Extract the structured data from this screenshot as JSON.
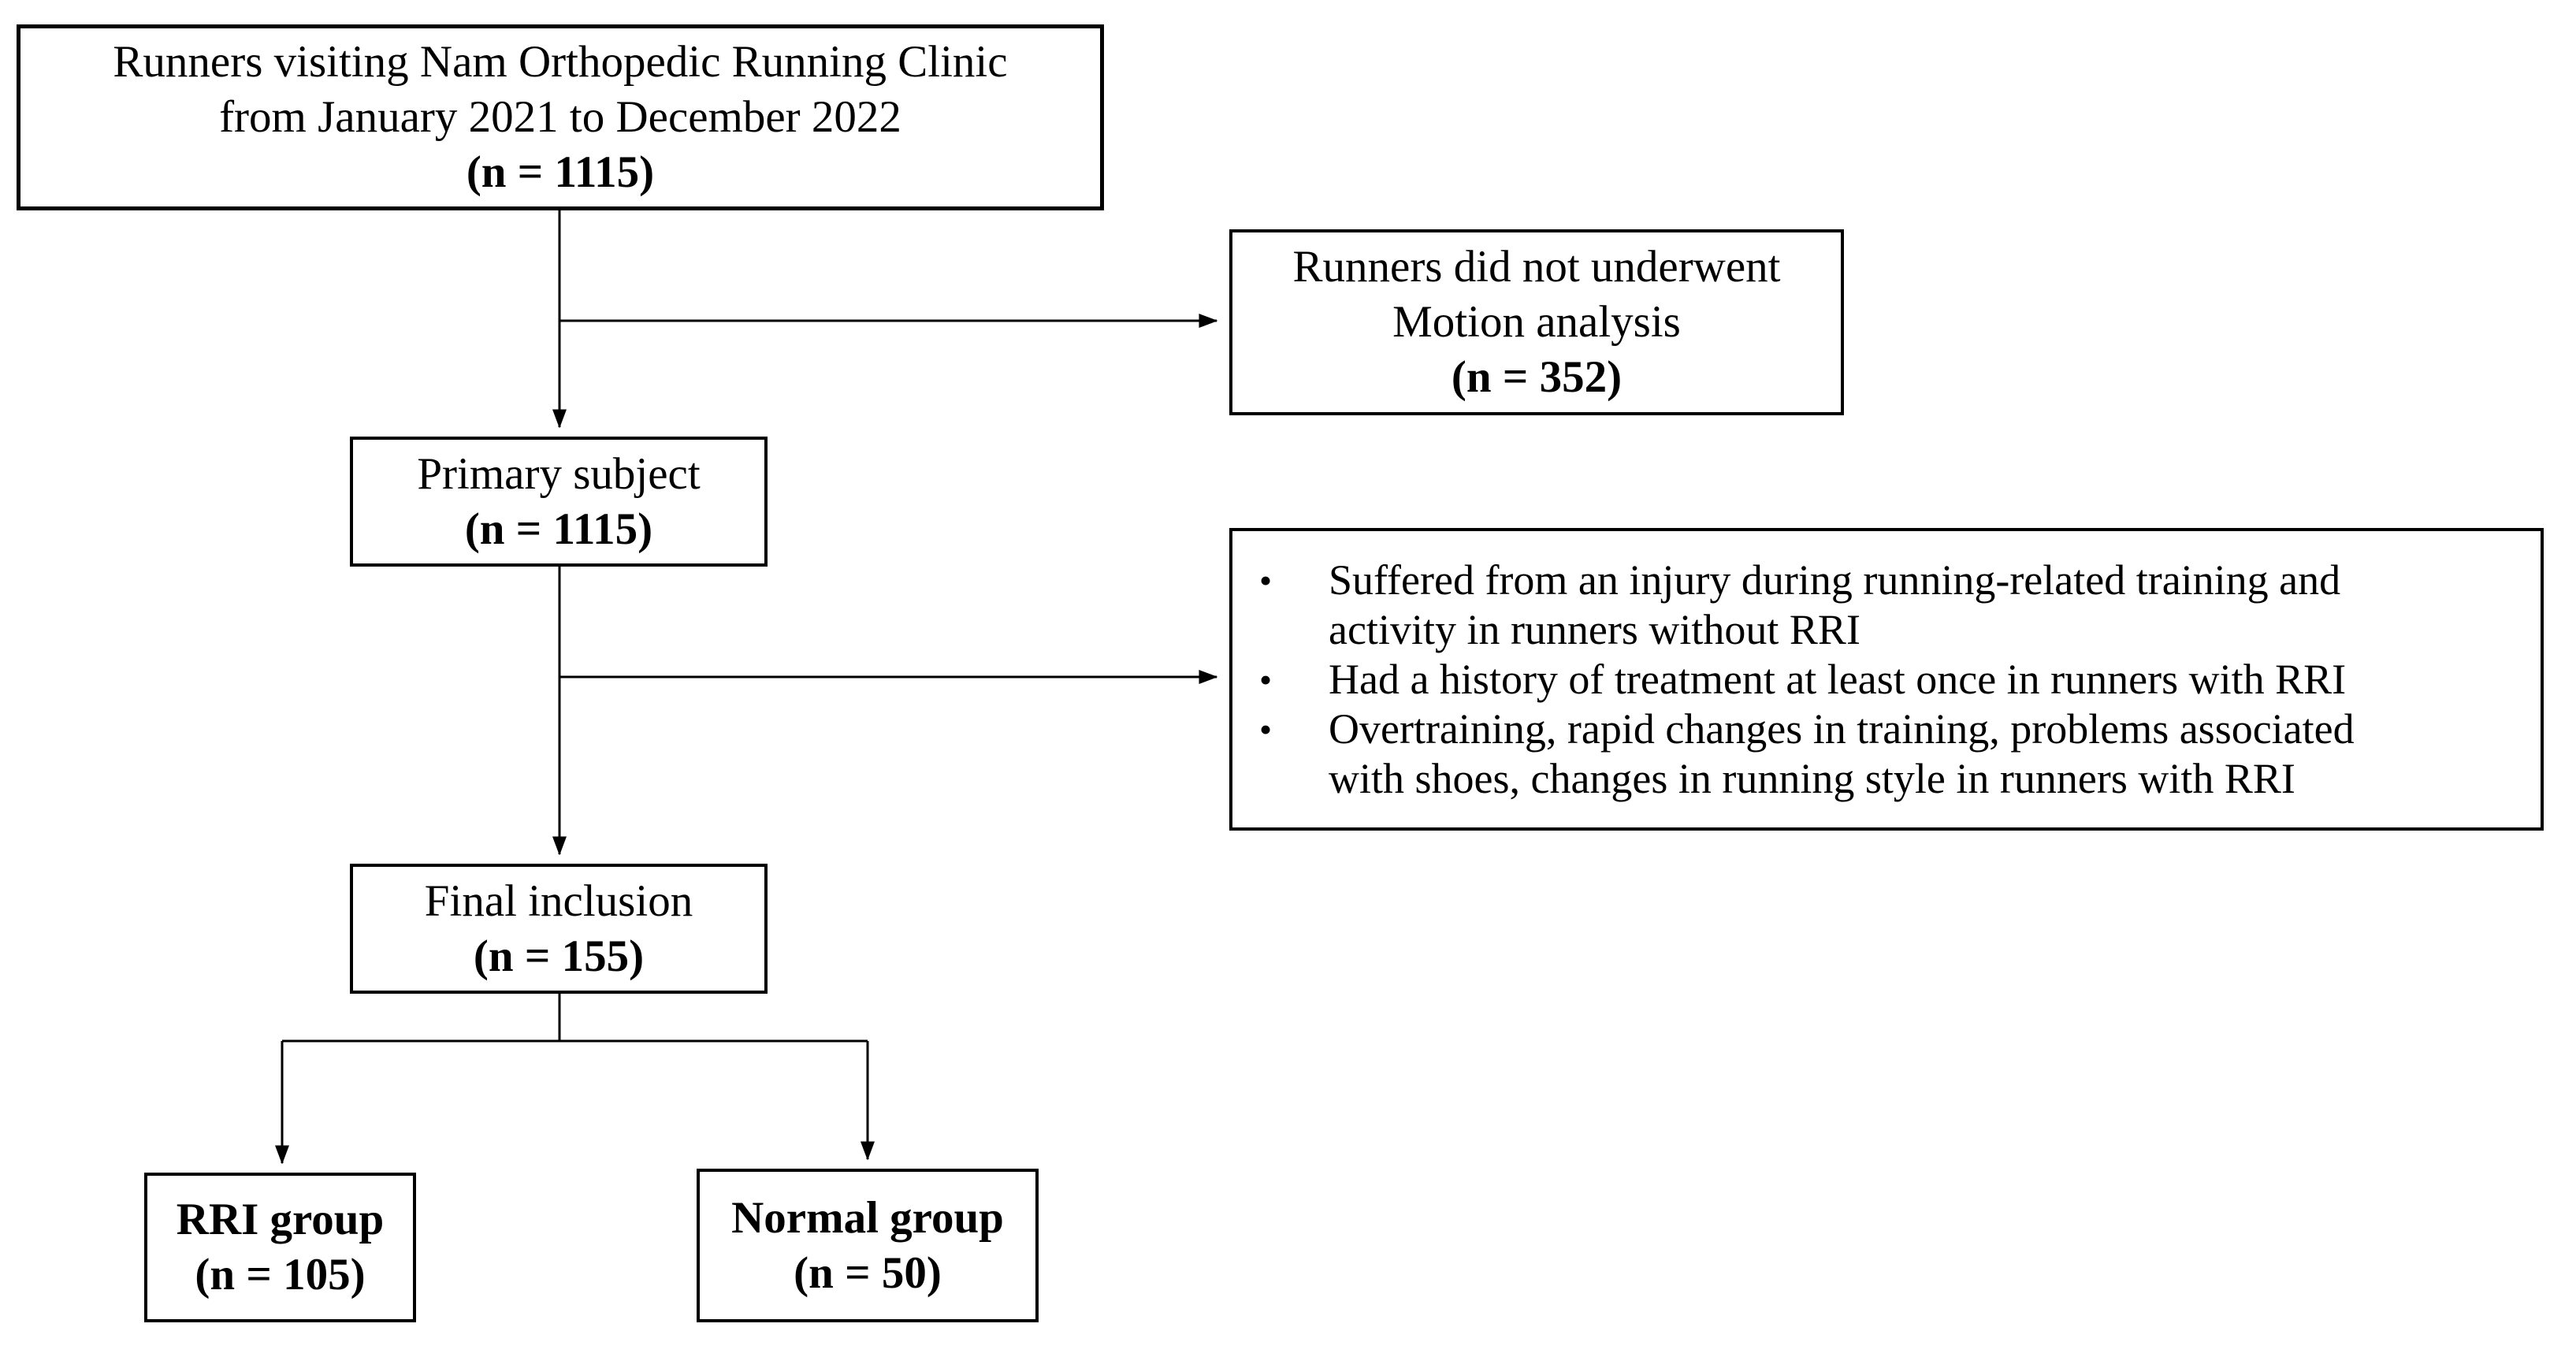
{
  "figure": {
    "type": "flowchart",
    "description": "Participant inclusion flow diagram",
    "colors": {
      "border": "#000000",
      "background": "#ffffff",
      "text": "#000000"
    }
  },
  "boxes": {
    "source": {
      "lines": [
        "Runners visiting Nam Orthopedic Running Clinic",
        "from January 2021 to December 2022"
      ],
      "n": "(n = 1115)"
    },
    "no_motion_analysis": {
      "lines": [
        "Runners did not underwent",
        "Motion analysis"
      ],
      "n": "(n = 352)"
    },
    "primary_subject": {
      "lines": [
        "Primary subject"
      ],
      "n": "(n = 1115)"
    },
    "exclusion_criteria": {
      "bullet_char": "•",
      "bullets": [
        {
          "full_text": "Suffered from an injury during running-related training and activity in runners without RRI",
          "lines": [
            "Suffered from an injury during running-related training and",
            "activity in runners without RRI"
          ]
        },
        {
          "full_text": "Had a history of treatment at least once in runners with RRI",
          "lines": [
            "Had a history of treatment at least once in runners with RRI"
          ]
        },
        {
          "full_text": "Overtraining, rapid changes in training, problems associated with shoes, changes in running style in runners with RRI",
          "lines": [
            "Overtraining, rapid changes in training, problems associated",
            "with shoes, changes in running style in runners with RRI"
          ]
        }
      ]
    },
    "final_inclusion": {
      "lines": [
        "Final inclusion"
      ],
      "n": "(n = 155)"
    },
    "rri_group": {
      "lines": [
        "RRI group"
      ],
      "n": "(n = 105)"
    },
    "normal_group": {
      "lines": [
        "Normal group"
      ],
      "n": "(n = 50)"
    }
  }
}
